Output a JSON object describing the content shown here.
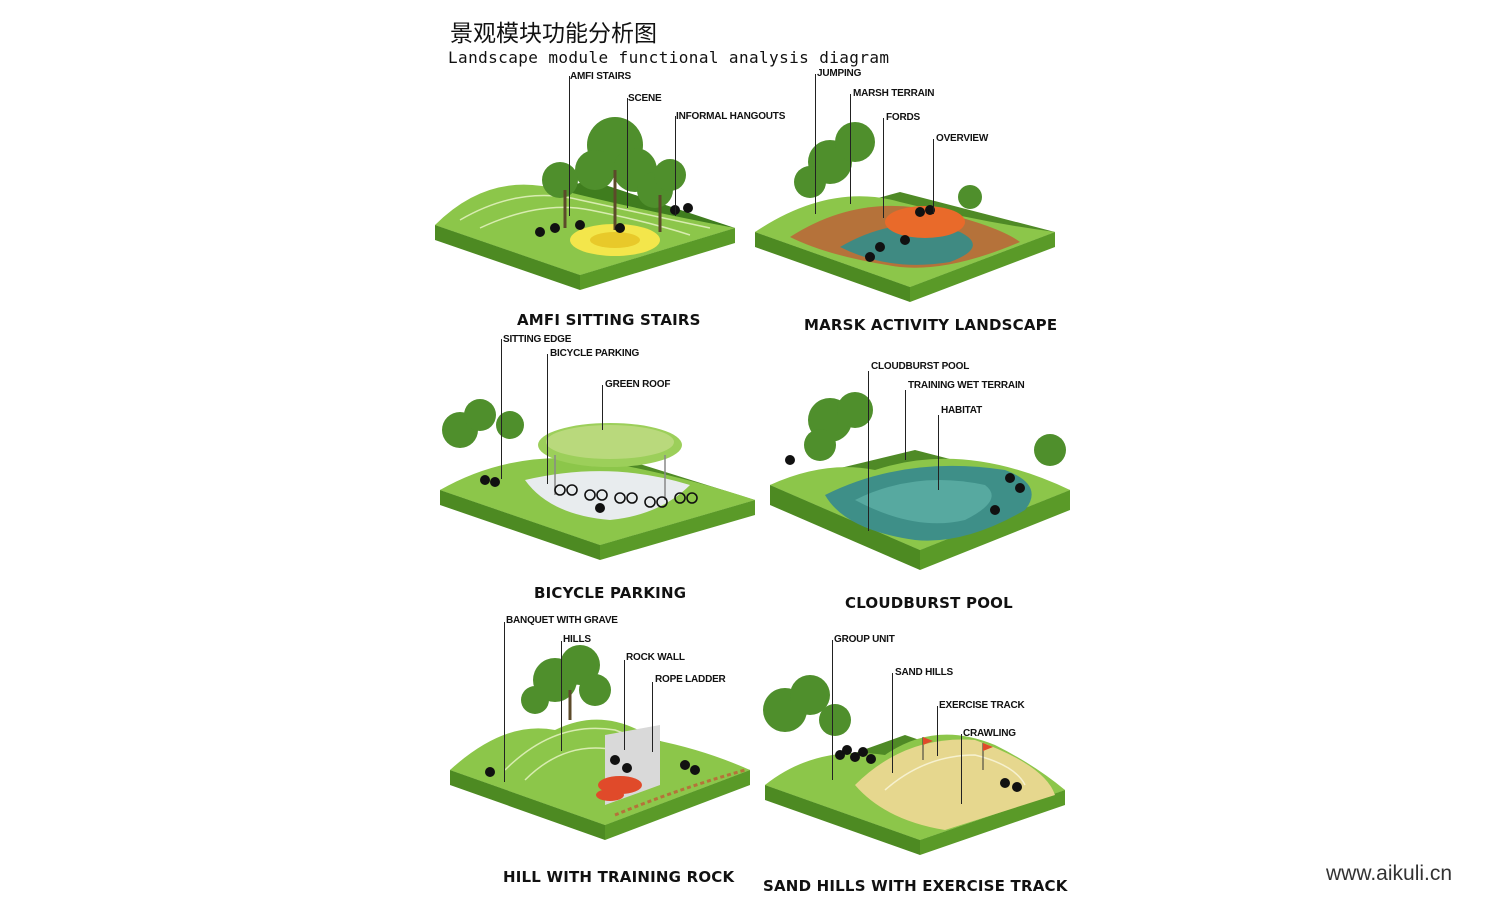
{
  "title_cn": "景观模块功能分析图",
  "title_en": "Landscape module functional analysis diagram",
  "watermark": "www.aikuli.cn",
  "modules": [
    {
      "caption": "AMFI SITTING STAIRS",
      "labels": [
        "AMFI STAIRS",
        "SCENE",
        "INFORMAL HANGOUTS"
      ]
    },
    {
      "caption": "MARSK ACTIVITY LANDSCAPE",
      "labels": [
        "JUMPING",
        "MARSH TERRAIN",
        "FORDS",
        "OVERVIEW"
      ]
    },
    {
      "caption": "BICYCLE PARKING",
      "labels": [
        "SITTING EDGE",
        "BICYCLE PARKING",
        "GREEN ROOF"
      ]
    },
    {
      "caption": "CLOUDBURST POOL",
      "labels": [
        "CLOUDBURST POOL",
        "TRAINING WET TERRAIN",
        "HABITAT"
      ]
    },
    {
      "caption": "HILL WITH TRAINING ROCK",
      "labels": [
        "BANQUET WITH GRAVE",
        "HILLS",
        "ROCK WALL",
        "ROPE LADDER"
      ]
    },
    {
      "caption": "SAND HILLS WITH EXERCISE TRACK",
      "labels": [
        "GROUP UNIT",
        "SAND HILLS",
        "EXERCISE TRACK",
        "CRAWLING"
      ]
    }
  ],
  "colors": {
    "grass": "#7cb83a",
    "grass_dark": "#3f7d1e",
    "soil_side": "#5a8f2a",
    "water": "#3e8f88",
    "sand": "#e6d78e",
    "accent_red": "#e04a2a",
    "tree": "#4f8f2c"
  }
}
